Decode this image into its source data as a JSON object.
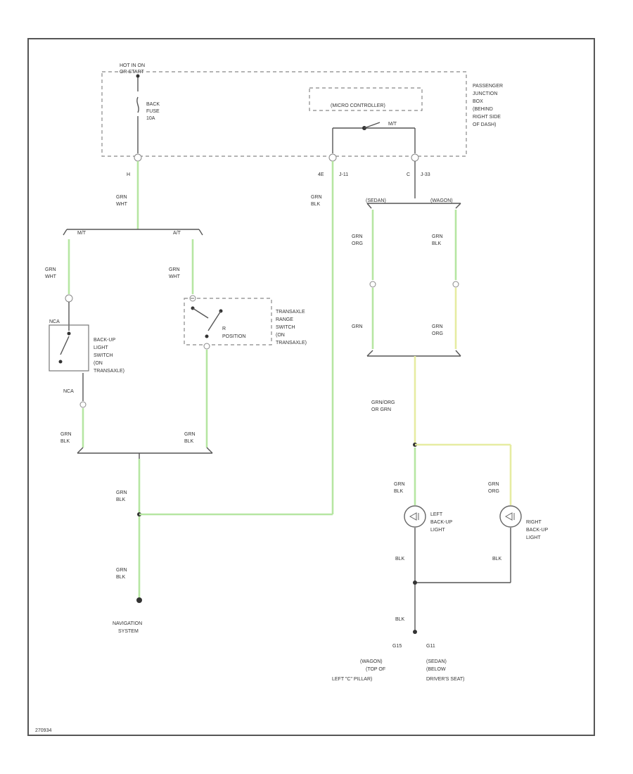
{
  "colors": {
    "green_wire": "#b6e6a2",
    "yellow_wire": "#e6eca2",
    "black_wire": "#555555",
    "frame": "#555555"
  },
  "header": {
    "hot_line1": "HOT IN ON",
    "hot_line2": "OR START"
  },
  "fuse": {
    "line1": "BACK",
    "line2": "FUSE",
    "line3": "10A",
    "pin": "H"
  },
  "junction_box": {
    "line1": "PASSENGER",
    "line2": "JUNCTION",
    "line3": "BOX",
    "line4": "(BEHIND",
    "line5": "RIGHT SIDE",
    "line6": "OF DASH)"
  },
  "relay_label": "(MICRO CONTROLLER)",
  "relay_contact": "M/T",
  "jb_pins": {
    "p1": "4E",
    "p1_conn": "J-11",
    "p2": "C",
    "p2_conn": "J-33"
  },
  "wire_labels": {
    "grn_wht_top": [
      "GRN",
      "WHT"
    ],
    "grn_blk_mid": [
      "GRN",
      "BLK"
    ],
    "split_left": "M/T",
    "split_right": "A/T",
    "grn_wht_left": [
      "GRN",
      "WHT"
    ],
    "grn_wht_right": [
      "GRN",
      "WHT"
    ],
    "nca_top": "NCA",
    "nca_bottom": "NCA",
    "grn_blk_left_bottom": [
      "GRN",
      "BLK"
    ],
    "grn_blk_right_bottom": [
      "GRN",
      "BLK"
    ],
    "grn_blk_main1": [
      "GRN",
      "BLK"
    ],
    "grn_blk_main2": [
      "GRN",
      "BLK"
    ]
  },
  "backup_switch": {
    "line1": "BACK-UP",
    "line2": "LIGHT",
    "line3": "SWITCH",
    "line4": "(ON",
    "line5": "TRANSAXLE)"
  },
  "range_switch": {
    "line1": "TRANSAXLE",
    "line2": "RANGE",
    "line3": "SWITCH",
    "line4": "(ON",
    "line5": "TRANSAXLE)",
    "position1": "R",
    "position2": "POSITION"
  },
  "variants": {
    "sedan": "(SEDAN)",
    "wagon": "(WAGON)"
  },
  "variant_wires": {
    "sedan_top": [
      "GRN",
      "ORG"
    ],
    "wagon_top": [
      "GRN",
      "BLK"
    ],
    "sedan_bottom": "GRN",
    "wagon_bottom": [
      "GRN",
      "ORG"
    ],
    "merge": [
      "GRN/ORG",
      "OR GRN"
    ]
  },
  "lights": {
    "left_wire": [
      "GRN",
      "BLK"
    ],
    "right_wire": [
      "GRN",
      "ORG"
    ],
    "left_name": [
      "LEFT",
      "BACK-UP",
      "LIGHT"
    ],
    "right_name": [
      "RIGHT",
      "BACK-UP",
      "LIGHT"
    ],
    "left_ground_wire": "BLK",
    "right_ground_wire": "BLK",
    "ground_wire": "BLK"
  },
  "ground": {
    "left_code": "G15",
    "left_lines": [
      "(WAGON)",
      "(TOP OF",
      "LEFT \"C\" PILLAR)"
    ],
    "right_code": "G11",
    "right_lines": [
      "(SEDAN)",
      "(BELOW",
      "DRIVER'S SEAT)"
    ]
  },
  "navigation": {
    "line1": "NAVIGATION",
    "line2": "SYSTEM"
  },
  "footer_code": "270934"
}
